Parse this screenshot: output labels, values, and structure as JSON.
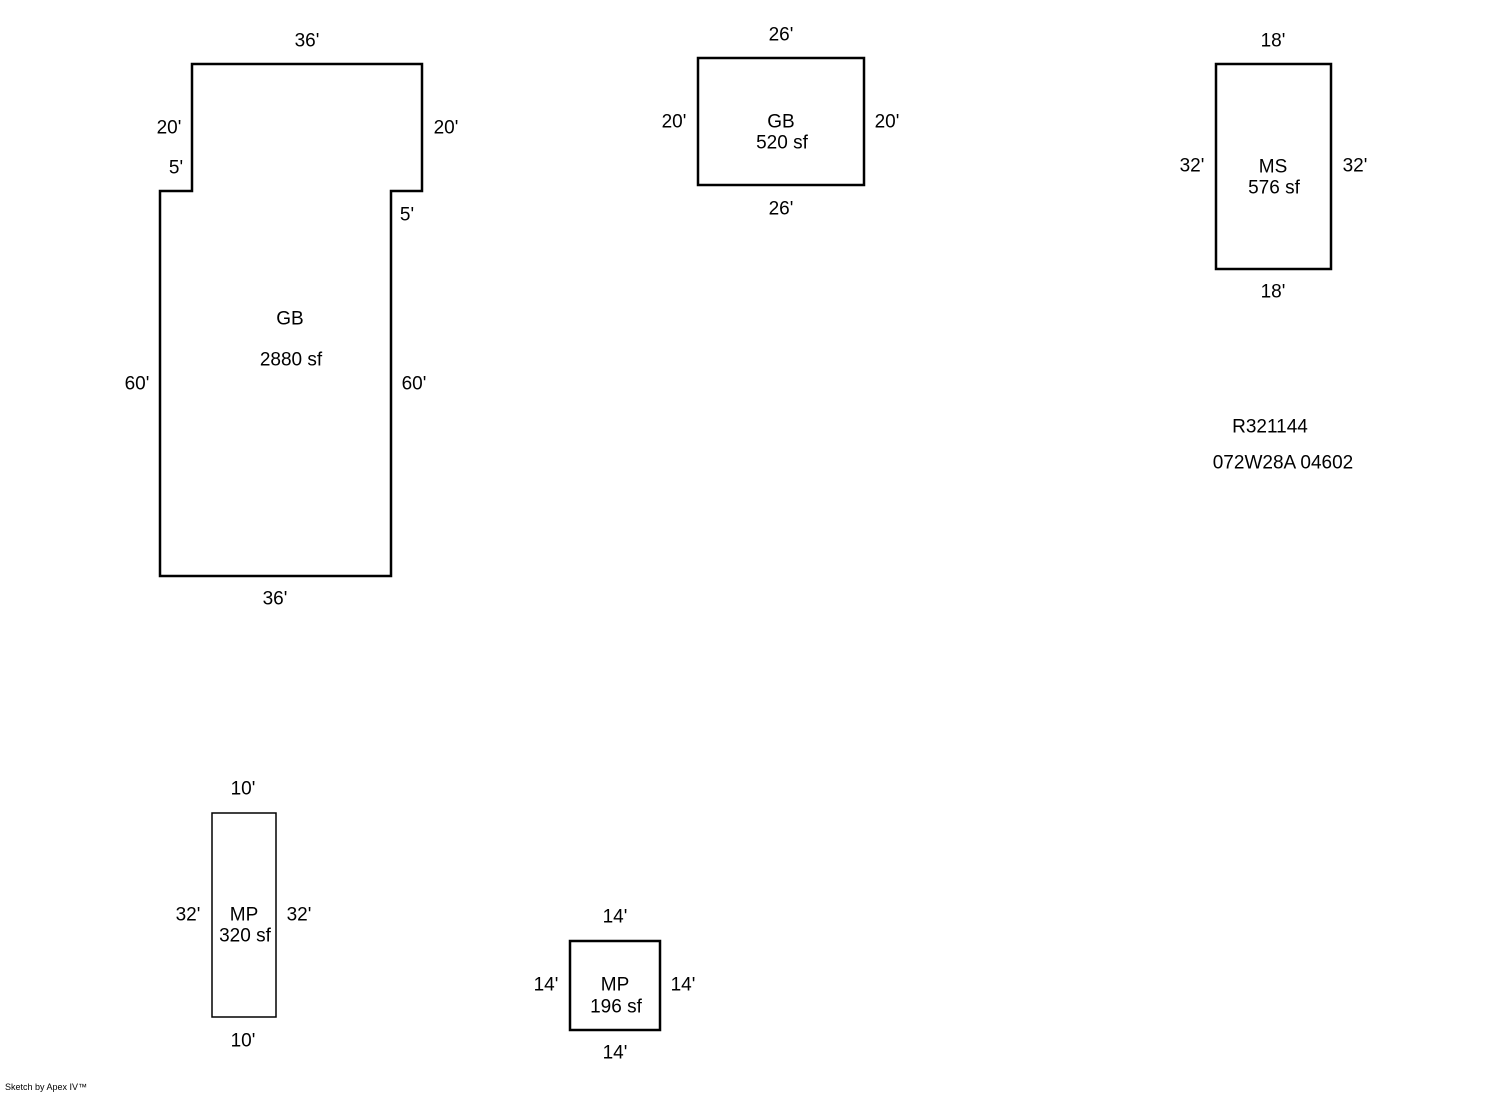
{
  "sketch": {
    "shapes": [
      {
        "code": "GB",
        "area": "2880 sf",
        "dims": {
          "top": "36'",
          "left_upper": "20'",
          "right_upper": "20'",
          "left_step": "5'",
          "right_step": "5'",
          "left": "60'",
          "right": "60'",
          "bottom": "36'"
        }
      },
      {
        "code": "GB",
        "area": "520 sf",
        "dims": {
          "top": "26'",
          "left": "20'",
          "right": "20'",
          "bottom": "26'"
        }
      },
      {
        "code": "MS",
        "area": "576 sf",
        "dims": {
          "top": "18'",
          "left": "32'",
          "right": "32'",
          "bottom": "18'"
        }
      },
      {
        "code": "MP",
        "area": "320 sf",
        "dims": {
          "top": "10'",
          "left": "32'",
          "right": "32'",
          "bottom": "10'"
        }
      },
      {
        "code": "MP",
        "area": "196 sf",
        "dims": {
          "top": "14'",
          "left": "14'",
          "right": "14'",
          "bottom": "14'"
        }
      }
    ],
    "parcel_id": "R321144",
    "map_taxlot": "072W28A 04602",
    "footer": "Sketch by Apex IV™"
  }
}
